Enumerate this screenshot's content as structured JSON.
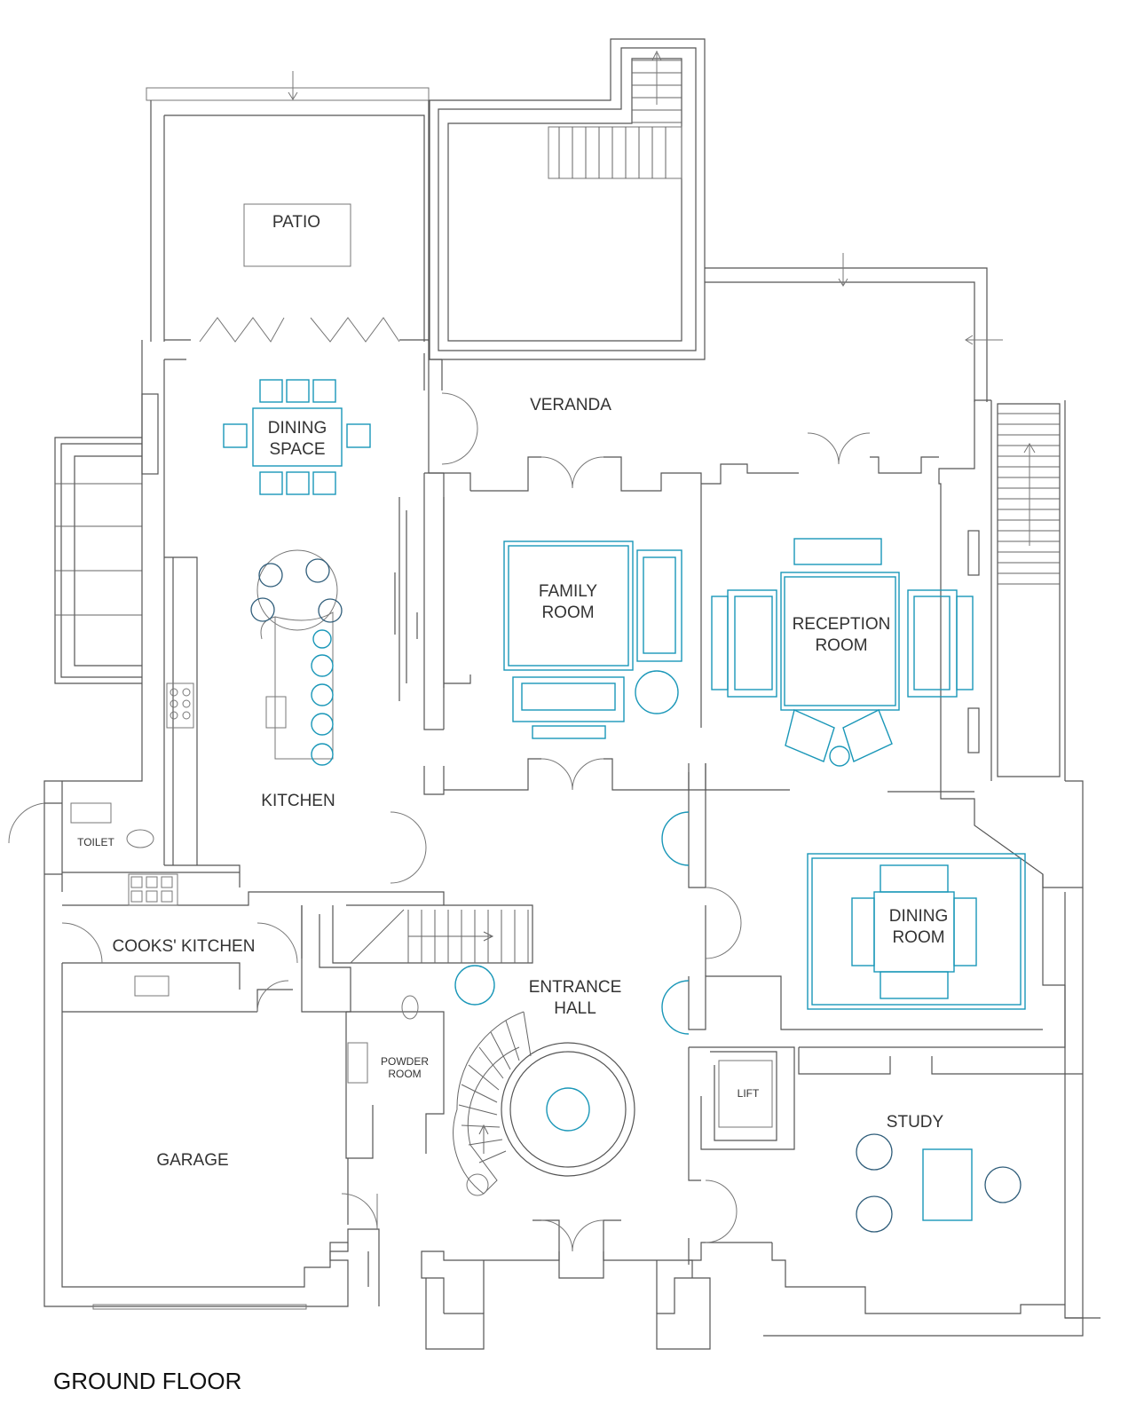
{
  "title": "GROUND FLOOR",
  "rooms": {
    "patio": "PATIO",
    "veranda": "VERANDA",
    "dining_space": [
      "DINING",
      "SPACE"
    ],
    "family_room": [
      "FAMILY",
      "ROOM"
    ],
    "reception_room": [
      "RECEPTION",
      "ROOM"
    ],
    "kitchen": "KITCHEN",
    "toilet": "TOILET",
    "cooks_kitchen": "COOKS' KITCHEN",
    "dining_room": [
      "DINING",
      "ROOM"
    ],
    "entrance_hall": [
      "ENTRANCE",
      "HALL"
    ],
    "powder_room": [
      "POWDER",
      "ROOM"
    ],
    "lift": "LIFT",
    "study": "STUDY",
    "garage": "GARAGE"
  },
  "colors": {
    "wall": "#555555",
    "furniture": "#1a97b8",
    "chairs": "#2f5d7a",
    "text": "#333333"
  }
}
